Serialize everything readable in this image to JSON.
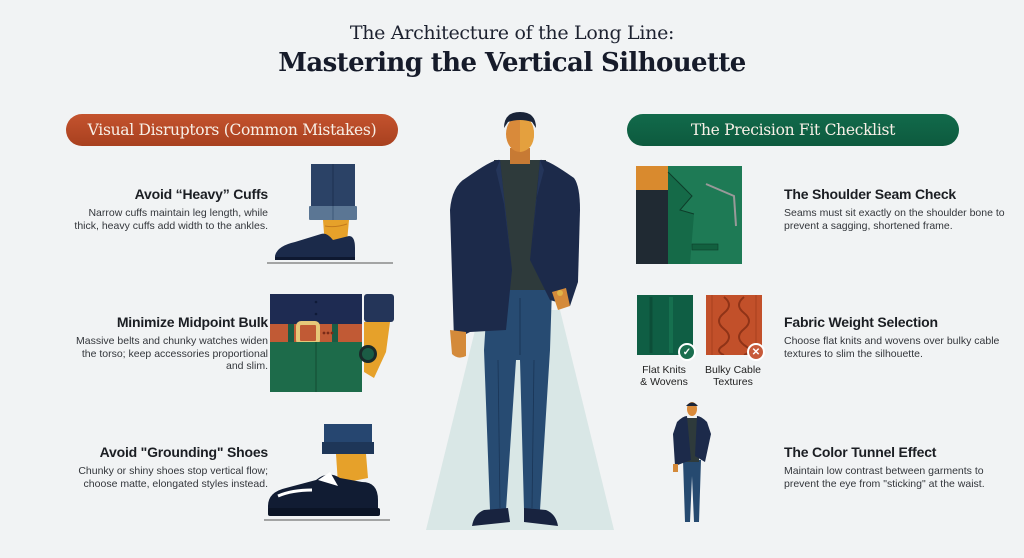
{
  "header": {
    "title_line1": "The Architecture of the Long Line:",
    "title_line2": "Mastering the Vertical Silhouette"
  },
  "left_section": {
    "pill_label": "Visual Disruptors (Common Mistakes)",
    "pill_color": "#b8482a",
    "tips": [
      {
        "title": "Avoid “Heavy” Cuffs",
        "text": "Narrow cuffs maintain leg length, while thick, heavy cuffs add width to the ankles.",
        "illustration": "cuffed-trouser-loafer-icon"
      },
      {
        "title": "Minimize Midpoint Bulk",
        "text": "Massive belts and chunky watches widen the torso; keep accessories proportional and slim.",
        "illustration": "belt-and-watch-icon"
      },
      {
        "title": "Avoid \"Grounding\" Shoes",
        "text": "Chunky or shiny shoes stop vertical flow; choose matte, elongated styles instead.",
        "illustration": "chunky-shoe-icon"
      }
    ]
  },
  "right_section": {
    "pill_label": "The Precision Fit Checklist",
    "pill_color": "#0f6446",
    "tips": [
      {
        "title": "The Shoulder Seam Check",
        "text": "Seams must sit exactly on the shoulder bone to prevent a sagging, shortened frame.",
        "illustration": "jacket-shoulder-icon"
      },
      {
        "title": "Fabric Weight Selection",
        "text": "Choose flat knits and wovens over bulky cable textures to slim the silhouette.",
        "illustration": "fabric-swatches-icon"
      },
      {
        "title": "The Color Tunnel Effect",
        "text": "Maintain low contrast between garments to prevent the eye from \"sticking\" at the waist.",
        "illustration": "small-figure-icon"
      }
    ],
    "swatches": [
      {
        "label_line1": "Flat Knits",
        "label_line2": "& Wovens",
        "color": "#0f5e44",
        "status": "check-icon",
        "badge_color": "#1b6e4f"
      },
      {
        "label_line1": "Bulky Cable",
        "label_line2": "Textures",
        "color": "#c2502a",
        "status": "x-icon",
        "badge_color": "#c75a3a"
      }
    ]
  },
  "center_figure": {
    "illustration": "man-in-navy-blazer-figure",
    "colors": {
      "blazer": "#1c2a4a",
      "tshirt": "#2f3a3c",
      "trousers": "#264a70",
      "skin": "#d98a3a",
      "hair": "#1a2438",
      "shoes": "#1a2440",
      "spotlight": "#d4e3e2"
    }
  }
}
